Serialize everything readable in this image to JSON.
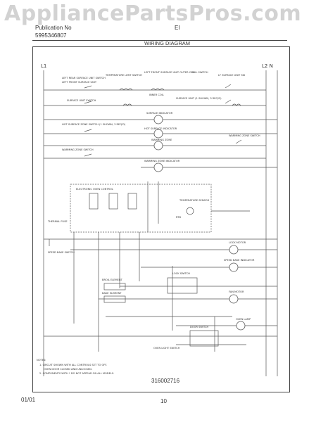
{
  "watermark": "AppliancePartsPros.com",
  "header": {
    "publication_label": "Publication No",
    "part_number": "5995346807",
    "model_fragment": "EI",
    "title": "WIRING DIAGRAM"
  },
  "rails": {
    "left": "L1",
    "right": "L2   N"
  },
  "labels": {
    "left_rear_surface": "LEFT REAR SURFACE UNIT SWITCH",
    "left_front_surface": "LEFT FRONT SURFACE UNIT",
    "temp_limit_switch": "TEMPERATURE LIMIT SWITCH",
    "left_front_outer": "LEFT FRONT SURFACE UNIT OUTER COIL",
    "inner_coil": "INNER COIL",
    "coil_switch": "COIL SWITCH",
    "lf_surface_unit": "LF SURFACE UNIT SW",
    "surface_unit_switch": "SURFACE UNIT SWITCH",
    "surface_unit": "SURFACE UNIT (1 SHOWN, 3 REQ'D)",
    "surface_indicator": "SURFACE INDICATOR",
    "hot_surface_switch": "HOT SURFACE ZONE SWITCH (1 SHOWN, 3 REQ'D)",
    "hot_surface_indicator": "HOT SURFACE INDICATOR",
    "warming_zone_switch_left": "WARMING ZONE SWITCH",
    "warming_zone": "WARMING ZONE",
    "warming_zone_switch_right": "WARMING ZONE SWITCH",
    "warming_zone_indicator": "WARMING ZONE INDICATOR",
    "electronic_oven_control": "ELECTRONIC OVEN CONTROL",
    "temp_sensor": "TEMPERATURE SENSOR",
    "rtd": "RTD",
    "thermal_fuse": "THERMAL FUSE",
    "speed_bake_switch": "SPEED BAKE SWITCH",
    "lock_motor": "LOCK MOTOR",
    "speed_bake_indicator": "SPEED BAKE INDICATOR",
    "lock_switch": "LOCK SWITCH",
    "broil_element": "BROIL ELEMENT",
    "bake_element": "BAKE ELEMENT",
    "fan_motor": "FAN MOTOR",
    "door_switch": "DOOR SWITCH",
    "oven_lamp": "OVEN LAMP",
    "oven_light_switch": "OVEN LIGHT SWITCH"
  },
  "notes": {
    "heading": "NOTES:",
    "n1": "1. CIRCUIT SHOWN WITH ALL CONTROLS SET TO OFF.",
    "n1b": "OVEN DOOR CLOSED AND UNLOCKED.",
    "n2": "2. COMPONENTS WITH * DO NOT APPEAR ON ALL MODELS."
  },
  "diagram_number": "316002716",
  "footer": {
    "date": "01/01",
    "page": "10"
  }
}
